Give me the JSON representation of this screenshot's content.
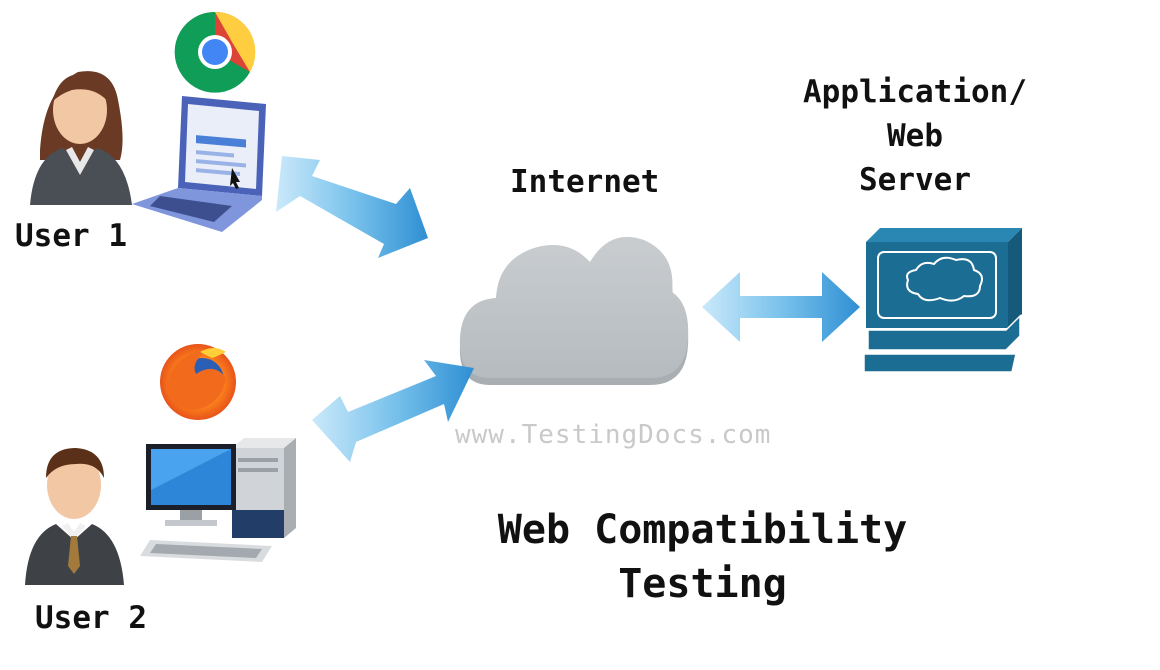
{
  "labels": {
    "user1": "User 1",
    "user2": "User 2",
    "internet": "Internet",
    "server_lines": [
      "Application/",
      "Web",
      "Server"
    ],
    "title_lines": [
      "Web Compatibility",
      "Testing"
    ],
    "watermark": "www.TestingDocs.com"
  },
  "icons": {
    "user1_avatar": "female-user-icon",
    "user1_device": "laptop-icon",
    "user1_browser": "chrome-logo-icon",
    "user2_avatar": "male-user-icon",
    "user2_device": "desktop-computer-icon",
    "user2_browser": "firefox-logo-icon",
    "network": "cloud-icon",
    "server": "server-terminal-icon"
  },
  "colors": {
    "arrow": "#4aa8e0",
    "arrow_light": "#b7e0f7",
    "cloud": "#c2c6ca",
    "server": "#1c6d94",
    "text": "#111111",
    "watermark": "#c9c9c9"
  }
}
